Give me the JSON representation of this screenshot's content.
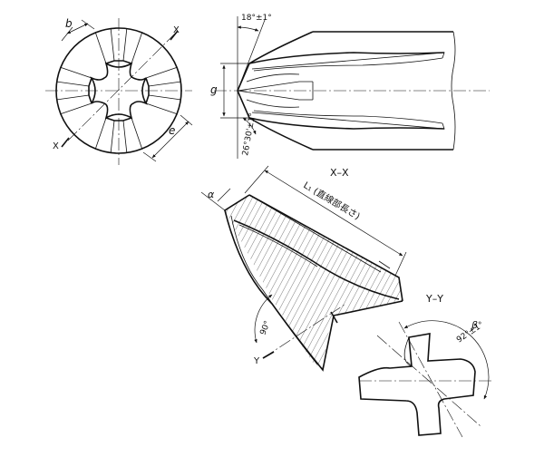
{
  "drawing": {
    "end_view": {
      "dim_b": "b",
      "dim_e": "e",
      "section_mark_1": "X",
      "section_mark_2": "X"
    },
    "side_view": {
      "angle_tip": "18°±1°",
      "dim_g": "g",
      "angle_base": "26°30'±1°"
    },
    "section_xx": {
      "title": "X–X",
      "dim_l1": "L₁ (直線部長さ)",
      "angle_alpha": "α",
      "angle_90": "90°",
      "section_mark_y": "Y"
    },
    "section_yy": {
      "title": "Y–Y",
      "dim_beta": "β",
      "angle_92": "92°±1°"
    }
  }
}
